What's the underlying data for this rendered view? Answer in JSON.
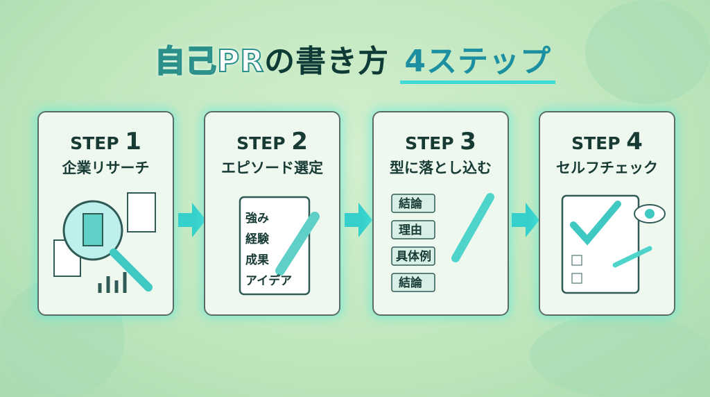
{
  "title": {
    "part1": "自己PR",
    "part2": "の書き方",
    "part3": "4ステップ"
  },
  "steps": [
    {
      "label": "STEP",
      "num": "1",
      "title": "企業リサーチ",
      "icon": "magnifier-building-icon"
    },
    {
      "label": "STEP",
      "num": "2",
      "title": "エピソード選定",
      "icon": "notepad-pencil-icon",
      "items": [
        "強み",
        "経験",
        "成果",
        "アイデア"
      ]
    },
    {
      "label": "STEP",
      "num": "3",
      "title": "型に落とし込む",
      "icon": "template-pen-icon",
      "items": [
        "結論",
        "理由",
        "具体例",
        "結論"
      ]
    },
    {
      "label": "STEP",
      "num": "4",
      "title": "セルフチェック",
      "icon": "checklist-eye-icon"
    }
  ],
  "colors": {
    "accent": "#3fd9d6",
    "teal": "#1c8fa0",
    "dark": "#173a35"
  }
}
